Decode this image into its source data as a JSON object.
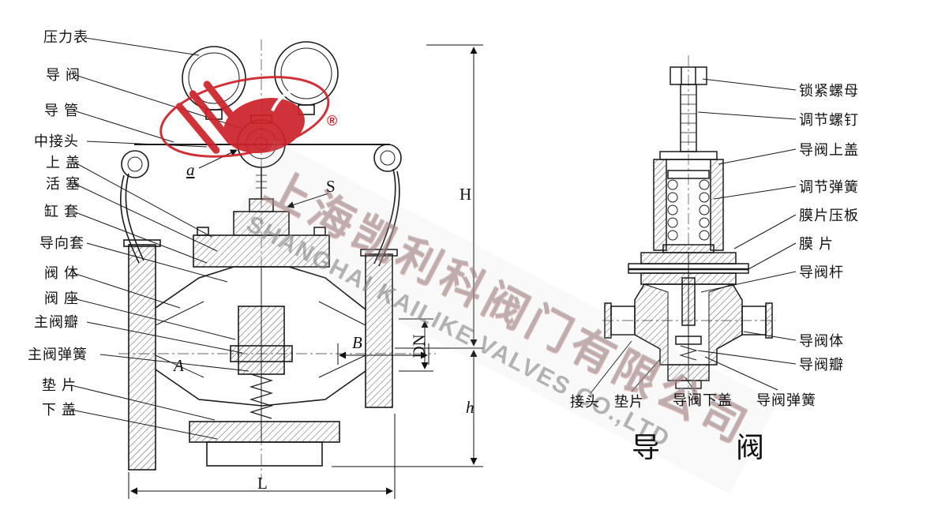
{
  "left_labels": [
    "压力表",
    "导 阀",
    "导 管",
    "中接头",
    "上 盖",
    "活 塞",
    "缸 套",
    "导向套",
    "阀 体",
    "阀 座",
    "主阀瓣",
    "主阀弹簧",
    "垫 片",
    "下 盖"
  ],
  "right_labels": [
    "锁紧螺母",
    "调节螺钉",
    "导阀上盖",
    "调节弹簧",
    "膜片压板",
    "膜 片",
    "导阀杆",
    "导阀体",
    "导阀瓣"
  ],
  "bottom_labels": [
    "接头",
    "垫片",
    "导阀下盖",
    "导阀弹簧"
  ],
  "dimensions": {
    "a": "a",
    "S": "S",
    "H": "H",
    "B": "B",
    "DN": "DN",
    "h": "h",
    "L": "L",
    "A": "A"
  },
  "watermark": {
    "cn": "上海凯利科阀门有限公司",
    "en": "SHANGHAI KAILIKE VALVES CO.,LTD",
    "registered": "®"
  },
  "caption": "导　　阀",
  "colors": {
    "line": "#1a1a1a",
    "brand_red": "#cc2229",
    "watermark_gray": "#969696"
  }
}
